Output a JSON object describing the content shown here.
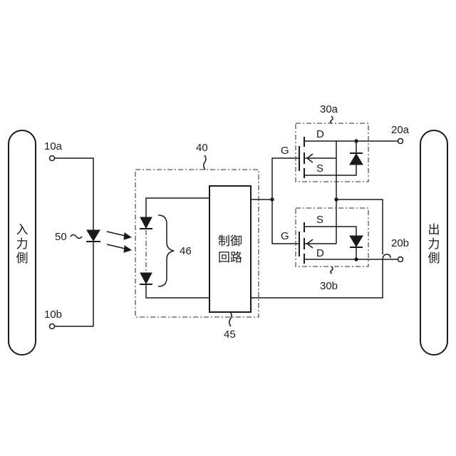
{
  "input_side": {
    "text": "入力側",
    "terminal_top": "10a",
    "terminal_bottom": "10b"
  },
  "output_side": {
    "text": "出力側",
    "terminal_top": "20a",
    "terminal_bottom": "20b"
  },
  "led_label": "50",
  "control_block_label": "40",
  "photodiode_label": "46",
  "control_circuit": {
    "line1": "制御",
    "line2": "回路",
    "label": "45"
  },
  "mosfet_top": {
    "label": "30a",
    "gate": "G",
    "drain": "D",
    "source": "S"
  },
  "mosfet_bottom": {
    "label": "30b",
    "gate": "G",
    "drain": "D",
    "source": "S"
  }
}
